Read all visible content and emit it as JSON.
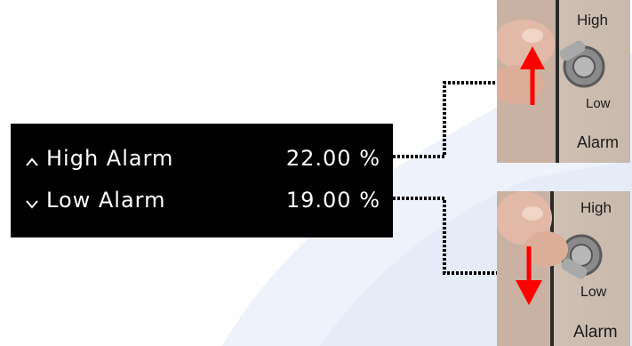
{
  "display": {
    "rows": [
      {
        "arrow_icon": "chevron-up-icon",
        "label": "High Alarm",
        "value": "22.00 %"
      },
      {
        "arrow_icon": "chevron-down-icon",
        "label": "Low Alarm",
        "value": "19.00 %"
      }
    ]
  },
  "switch_photos": [
    {
      "position": "up",
      "arrow_color": "#ff0000",
      "labels": {
        "high": "High",
        "low": "Low",
        "name": "Alarm"
      }
    },
    {
      "position": "down",
      "arrow_color": "#ff0000",
      "labels": {
        "high": "High",
        "low": "Low",
        "name": "Alarm"
      }
    }
  ],
  "colors": {
    "lcd_background": "#000000",
    "lcd_text": "#ffffff",
    "connector": "#000000",
    "arrow": "#ff0000"
  }
}
